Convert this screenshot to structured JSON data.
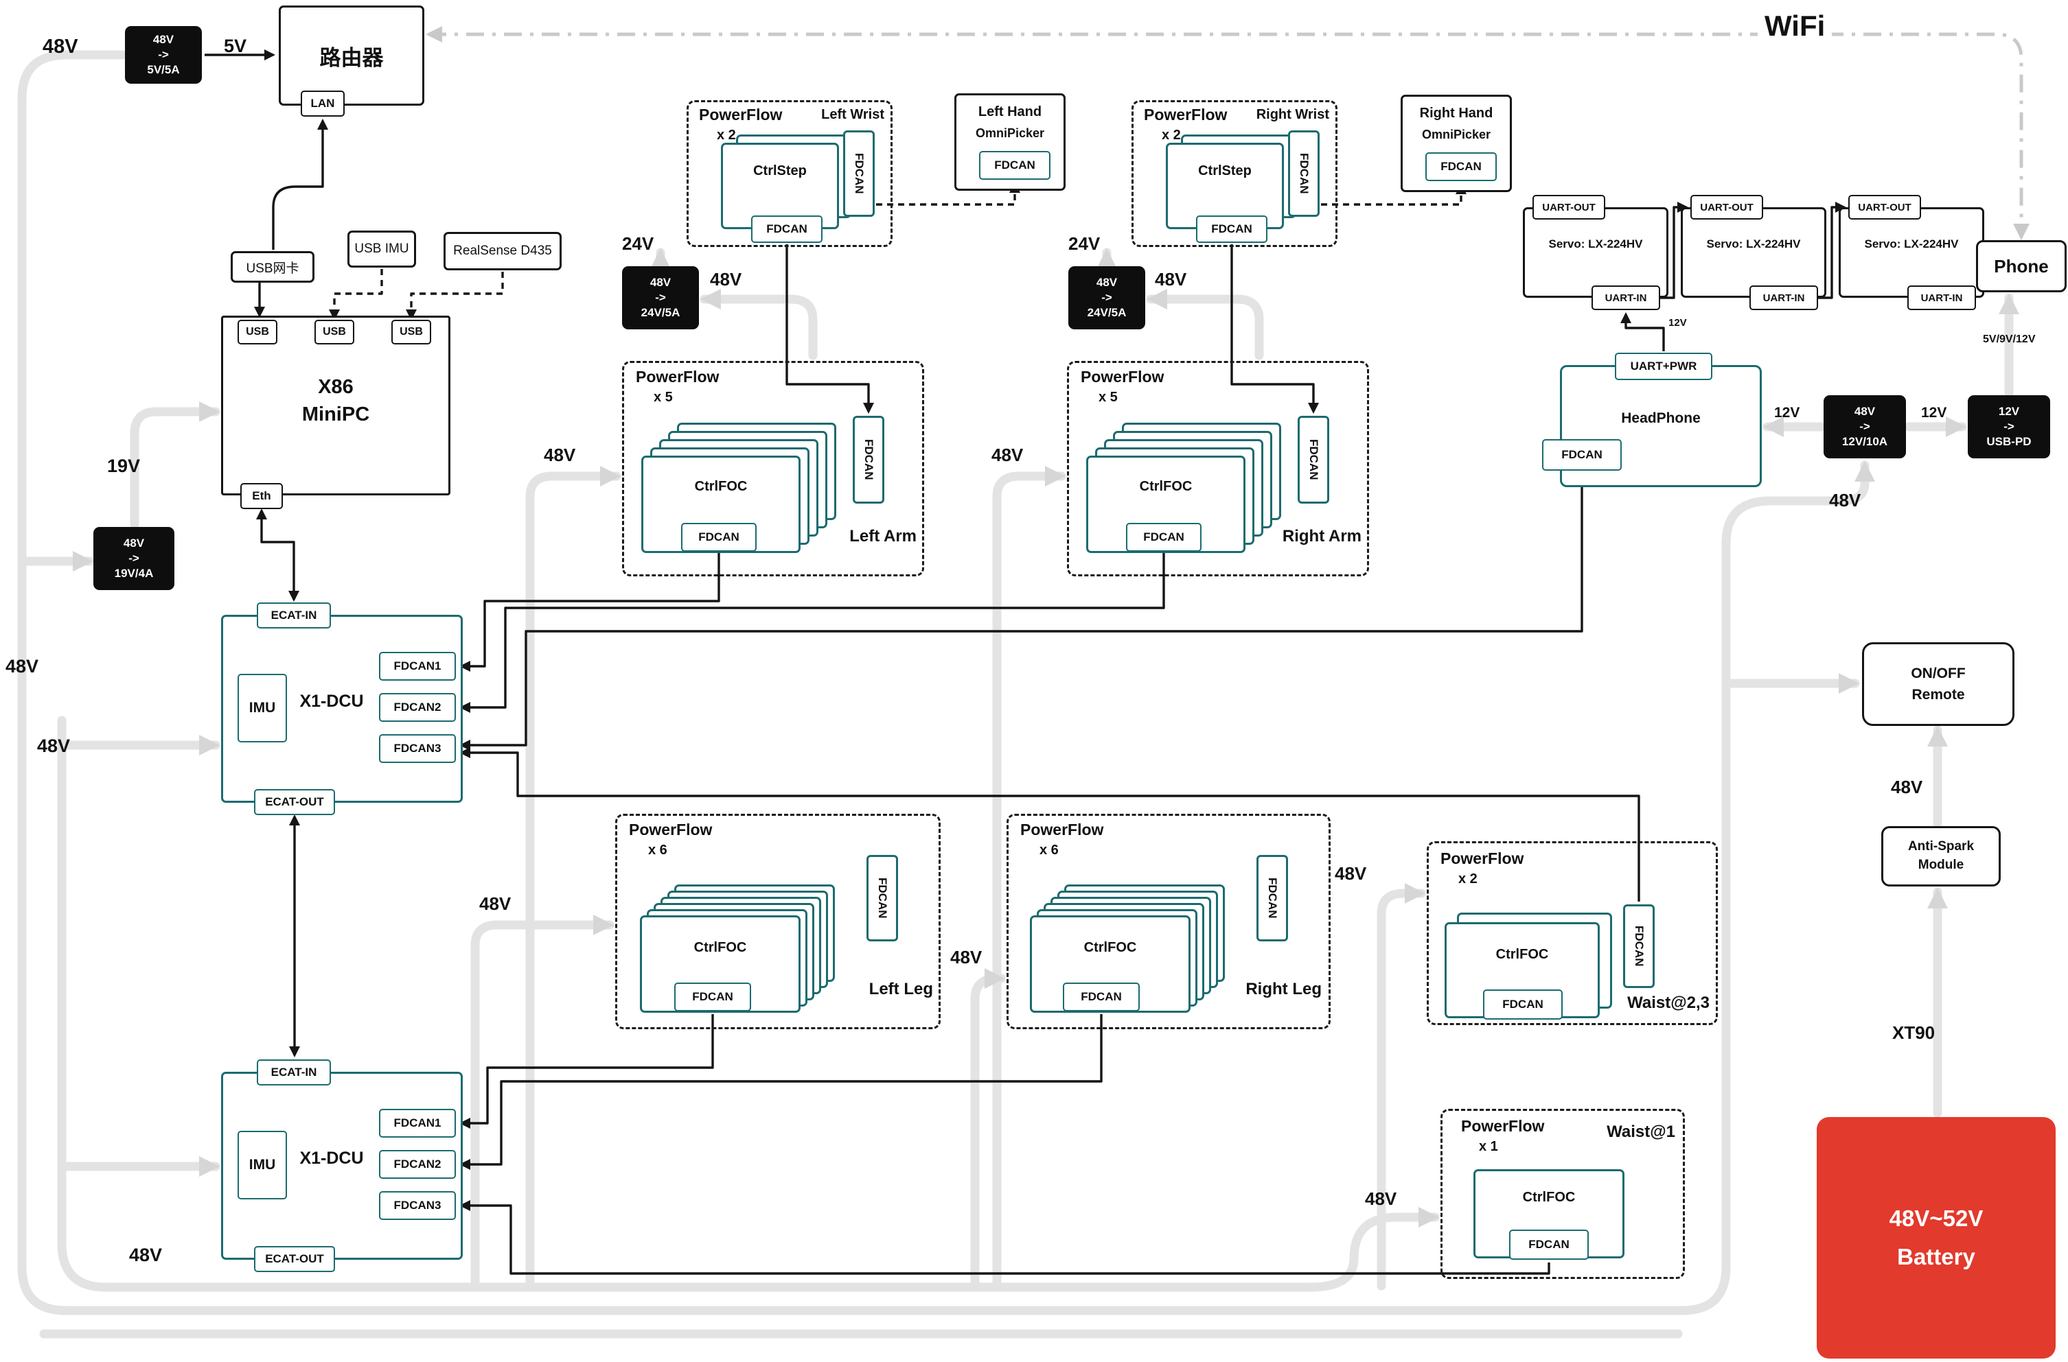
{
  "colors": {
    "teal": "#1c6b6f",
    "wire_gray": "#e3e3e3",
    "line_black": "#151515",
    "battery_red": "#e23a2d",
    "chip_black": "#0e0e0e",
    "wifi_gray": "#c9c9c9"
  },
  "labels": {
    "wifi": "WiFi",
    "v48_top": "48V",
    "v5": "5V",
    "v19": "19V",
    "v48_left": "48V",
    "v48_bus2": "48V",
    "v48_dcu2": "48V",
    "v24_left": "24V",
    "v48_conv24_left": "48V",
    "v24_right": "24V",
    "v48_conv24_right": "48V",
    "v48_arm_left": "48V",
    "v48_arm_right": "48V",
    "v48_leg_left": "48V",
    "v48_leg_right": "48V",
    "v48_waist23": "48V",
    "v48_waist1": "48V",
    "v12_to_headphone": "12V",
    "v12_to_usbpd": "12V",
    "v48_conv12": "48V",
    "v12_servo": "12V",
    "v48_remote": "48V",
    "xt90": "XT90",
    "phone_rail": "5V/9V/12V"
  },
  "converters": {
    "c5v": [
      "48V",
      "->",
      "5V/5A"
    ],
    "c19v": [
      "48V",
      "->",
      "19V/4A"
    ],
    "c24v": [
      "48V",
      "->",
      "24V/5A"
    ],
    "c12v": [
      "48V",
      "->",
      "12V/10A"
    ],
    "cusbpd": [
      "12V",
      "->",
      "USB-PD"
    ]
  },
  "router": {
    "title": "路由器",
    "lan": "LAN"
  },
  "pc": {
    "usb_net": "USB网卡",
    "usb_imu": "USB IMU",
    "realsense": "RealSense D435",
    "x86_line1": "X86",
    "x86_line2": "MiniPC",
    "usb": "USB",
    "eth": "Eth"
  },
  "dcu": {
    "title": "X1-DCU",
    "imu": "IMU",
    "ecat_in": "ECAT-IN",
    "ecat_out": "ECAT-OUT",
    "fdcan1": "FDCAN1",
    "fdcan2": "FDCAN2",
    "fdcan3": "FDCAN3"
  },
  "powerflow": {
    "title": "PowerFlow",
    "fdcan": "FDCAN",
    "ctrl_step": "CtrlStep",
    "ctrl_foc": "CtrlFOC",
    "wrist_count": "x 2",
    "arm_count": "x 5",
    "leg_count": "x 6",
    "waist23_count": "x 2",
    "waist1_count": "x 1",
    "left_wrist": "Left Wrist",
    "right_wrist": "Right Wrist",
    "left_arm": "Left Arm",
    "right_arm": "Right Arm",
    "left_leg": "Left Leg",
    "right_leg": "Right Leg",
    "waist23": "Waist@2,3",
    "waist1": "Waist@1"
  },
  "hands": {
    "left1": "Left Hand",
    "left2": "OmniPicker",
    "right1": "Right Hand",
    "right2": "OmniPicker",
    "fdcan": "FDCAN"
  },
  "servo": {
    "uart_out": "UART-OUT",
    "name": "Servo: LX-224HV",
    "uart_in": "UART-IN"
  },
  "headphone": {
    "uart": "UART+PWR",
    "title": "HeadPhone",
    "fdcan": "FDCAN"
  },
  "right_rail": {
    "remote1": "ON/OFF",
    "remote2": "Remote",
    "anti1": "Anti-Spark",
    "anti2": "Module",
    "battery1": "48V~52V",
    "battery2": "Battery",
    "phone": "Phone"
  }
}
